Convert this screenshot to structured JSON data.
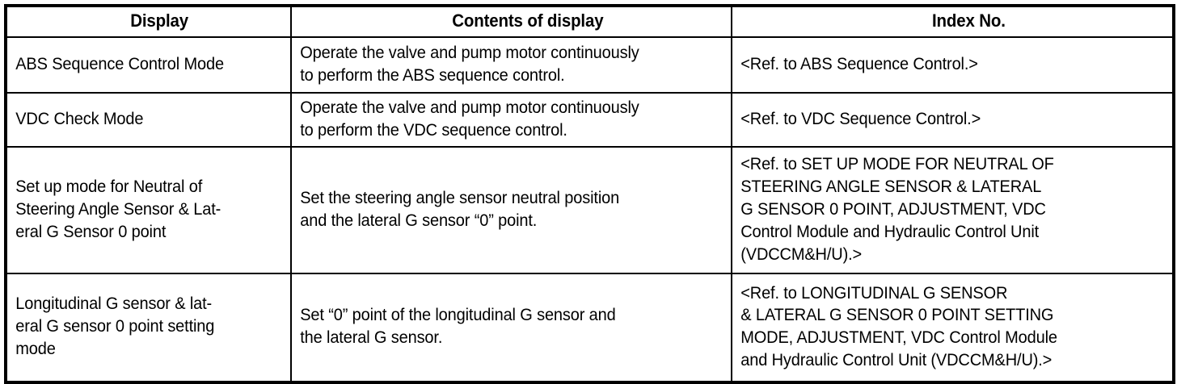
{
  "table": {
    "columns": [
      {
        "key": "display",
        "label": "Display"
      },
      {
        "key": "contents",
        "label": "Contents of display"
      },
      {
        "key": "index",
        "label": "Index No."
      }
    ],
    "rows": [
      {
        "display": "ABS Sequence Control Mode",
        "contents": "Operate the valve and pump motor continuously\nto perform the ABS sequence control.",
        "index": "<Ref. to ABS Sequence Control.>"
      },
      {
        "display": "VDC Check Mode",
        "contents": "Operate the valve and pump motor continuously\nto perform the VDC sequence control.",
        "index": "<Ref. to VDC Sequence Control.>"
      },
      {
        "display": "Set up mode for Neutral of\nSteering Angle Sensor & Lat-\neral G Sensor 0 point",
        "contents": "Set the steering angle sensor neutral position\nand the lateral G sensor “0” point.",
        "index": "<Ref. to SET UP MODE FOR NEUTRAL OF\nSTEERING ANGLE SENSOR & LATERAL\nG SENSOR 0 POINT, ADJUSTMENT, VDC\nControl Module and Hydraulic Control Unit\n(VDCCM&H/U).>"
      },
      {
        "display": "Longitudinal G sensor & lat-\neral G sensor 0 point setting\nmode",
        "contents": "Set “0” point of the longitudinal G sensor and\nthe lateral G sensor.",
        "index": "<Ref. to LONGITUDINAL G SENSOR\n& LATERAL G SENSOR 0 POINT SETTING\nMODE, ADJUSTMENT, VDC Control Module\nand Hydraulic Control Unit (VDCCM&H/U).>"
      }
    ]
  },
  "style": {
    "text_color": "#000000",
    "background_color": "#ffffff",
    "border_color": "#000000"
  }
}
